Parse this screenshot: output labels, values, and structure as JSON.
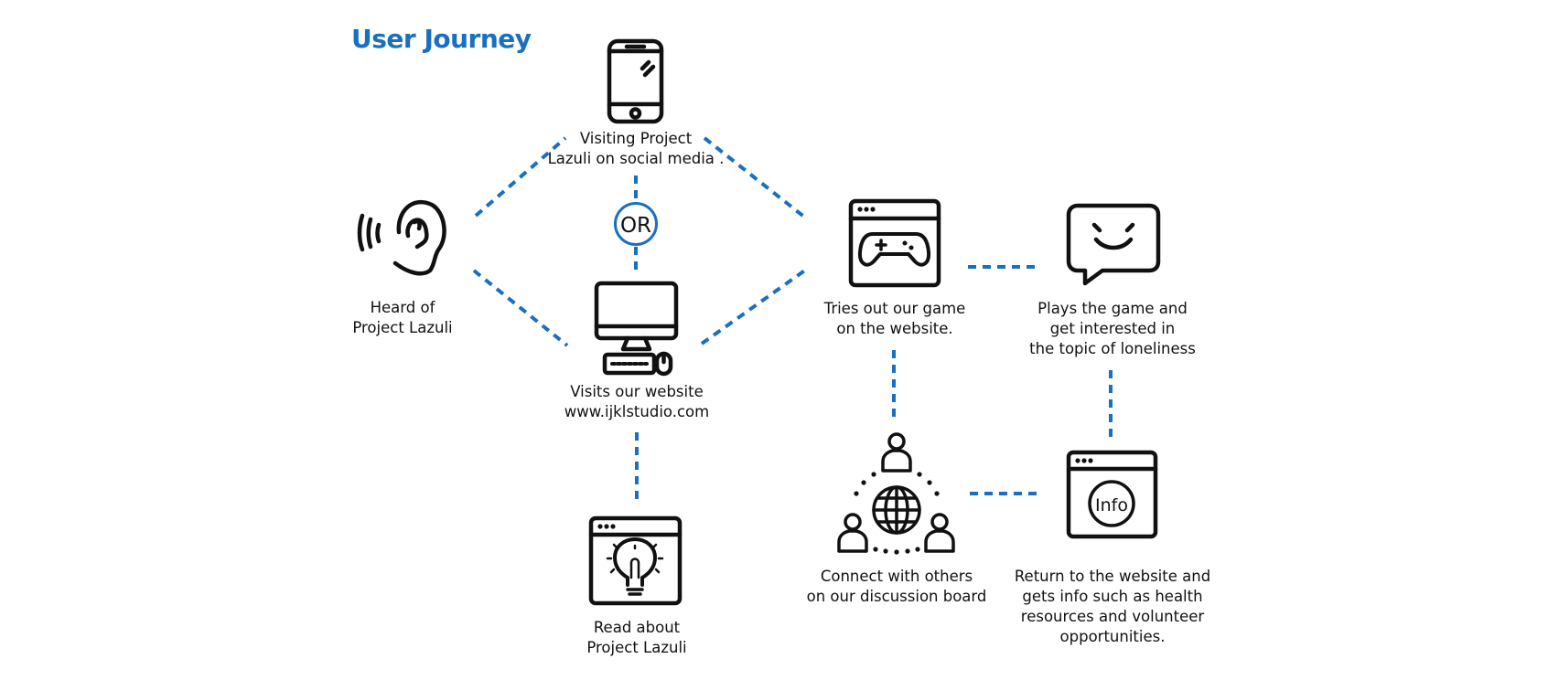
{
  "title": "User Journey",
  "accent_color": "#1a6fc0",
  "line_color": "#1a6fc0",
  "icon_color": "#111111",
  "or_label": "OR",
  "info_label": "Info",
  "steps": {
    "heard": "Heard of\nProject Lazuli",
    "social": "Visiting Project\nLazuli on social media .",
    "website": "Visits our website\nwww.ijklstudio.com",
    "read": "Read about\nProject Lazuli",
    "game": "Tries out our game\non the website.",
    "plays": "Plays the game and\nget interested in\nthe topic of loneliness",
    "connect": "Connect with others\non our discussion board",
    "return": "Return to the website and\ngets info such as health\nresources and volunteer\nopportunities."
  },
  "icons": {
    "heard": "ear-sound-icon",
    "social": "smartphone-icon",
    "website": "desktop-computer-icon",
    "read": "browser-lightbulb-icon",
    "game": "browser-gamepad-icon",
    "plays": "smile-chat-bubble-icon",
    "connect": "community-globe-icon",
    "return": "browser-info-icon"
  }
}
